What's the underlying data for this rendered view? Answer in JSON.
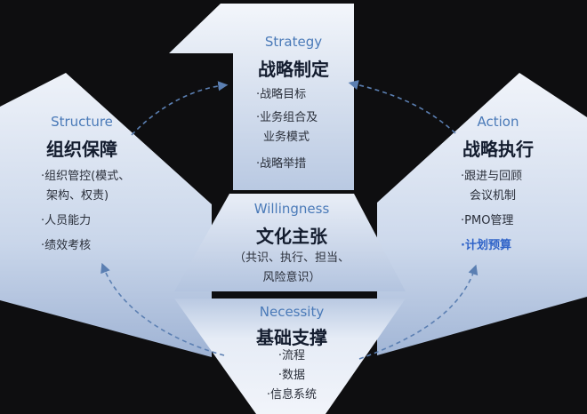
{
  "colors": {
    "background": "#0e0e10",
    "panel_light": "#eef2f9",
    "panel_mid": "#c9d6ea",
    "panel_dark": "#9fb3d4",
    "english_label": "#4a7ab8",
    "chinese_title": "#131c2e",
    "highlight": "#2f63c8",
    "arrow": "#5b7fb2"
  },
  "strategy": {
    "en": "Strategy",
    "zh": "战略制定",
    "items": [
      "·战略目标",
      "·业务组合及",
      "业务模式",
      "·战略举措"
    ]
  },
  "structure": {
    "en": "Structure",
    "zh": "组织保障",
    "items": [
      "·组织管控(模式、",
      "架构、权责)",
      "·人员能力",
      "·绩效考核"
    ]
  },
  "action": {
    "en": "Action",
    "zh": "战略执行",
    "items": [
      "·跟进与回顾",
      "会议机制",
      "·PMO管理",
      "·计划预算"
    ]
  },
  "willingness": {
    "en": "Willingness",
    "zh": "文化主张",
    "items": [
      "（共识、执行、担当、",
      "风险意识）"
    ]
  },
  "necessity": {
    "en": "Necessity",
    "zh": "基础支撑",
    "items": [
      "·流程",
      "·数据",
      "·信息系统"
    ]
  }
}
